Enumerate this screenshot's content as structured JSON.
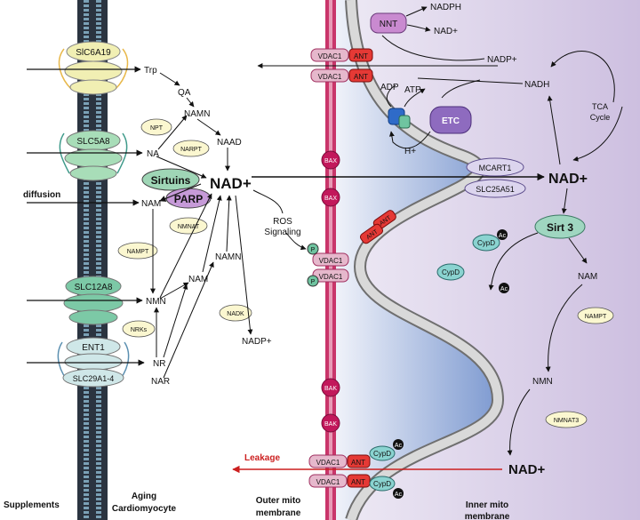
{
  "molecules": {
    "trp": "Trp",
    "qa": "QA",
    "namn_top": "NAMN",
    "naad": "NAAD",
    "na": "NA",
    "nam_left": "NAM",
    "nad_center": "NAD+",
    "nmn_left": "NMN",
    "nam_mid": "NAM",
    "namn_mid": "NAMN",
    "nr": "NR",
    "nar": "NAR",
    "nadp_bottom": "NADP+",
    "nadph": "NADPH",
    "nad_top": "NAD+",
    "nadp_right": "NADP+",
    "nadh": "NADH",
    "adp": "ADP",
    "atp": "ATP",
    "h_plus": "H+",
    "nad_matrix": "NAD+",
    "nam_matrix": "NAM",
    "nmn_matrix": "NMN",
    "nad_bottom_matrix": "NAD+"
  },
  "enzymes": {
    "npt": "NPT",
    "narpt": "NARPT",
    "nmnat": "NMNAT",
    "nampt_left": "NAMPT",
    "nrks": "NRKs",
    "nadk": "NADK",
    "nampt_matrix": "NAMPT",
    "nmnat3": "NMNAT3",
    "sirtuins": "Sirtuins",
    "parp": "PARP",
    "sirt3": "Sirt 3",
    "etc": "ETC",
    "nnt": "NNT"
  },
  "transporters": {
    "slc6a19": "SlC6A19",
    "slc5a8": "SLC5A8",
    "slc12a8": "SLC12A8",
    "ent1": "ENT1",
    "slc29a14": "SLC29A1-4",
    "mcart1": "MCART1",
    "slc25a51": "SLC25A51",
    "vdac1": "VDAC1",
    "ant": "ANT",
    "bax": "BAX",
    "bak": "BAK",
    "cypd": "CypD",
    "ac": "Ac",
    "p": "P"
  },
  "labels": {
    "diffusion": "diffusion",
    "ros_line1": "ROS",
    "ros_line2": "Signaling",
    "tca_line1": "TCA",
    "tca_line2": "Cycle",
    "leakage": "Leakage",
    "supplements": "Supplements",
    "aging_line1": "Aging",
    "aging_line2": "Cardiomyocyte",
    "outer_line1": "Outer mito",
    "outer_line2": "membrane",
    "inner_line1": "Inner mito",
    "inner_line2": "membrane"
  },
  "colors": {
    "membrane_pink": "#c9356a",
    "bax_red": "#c2185b",
    "ant_red": "#e53935",
    "leakage_red": "#cc1f1f",
    "pale_yellow": "#fbf7d0",
    "teal_green": "#8fd0b0",
    "etc_purple": "#8e6bbf",
    "cypd_teal": "#8ad3d0",
    "matrix_purple": "#cfc3e0",
    "cristae_blue": "#6f93cf"
  }
}
